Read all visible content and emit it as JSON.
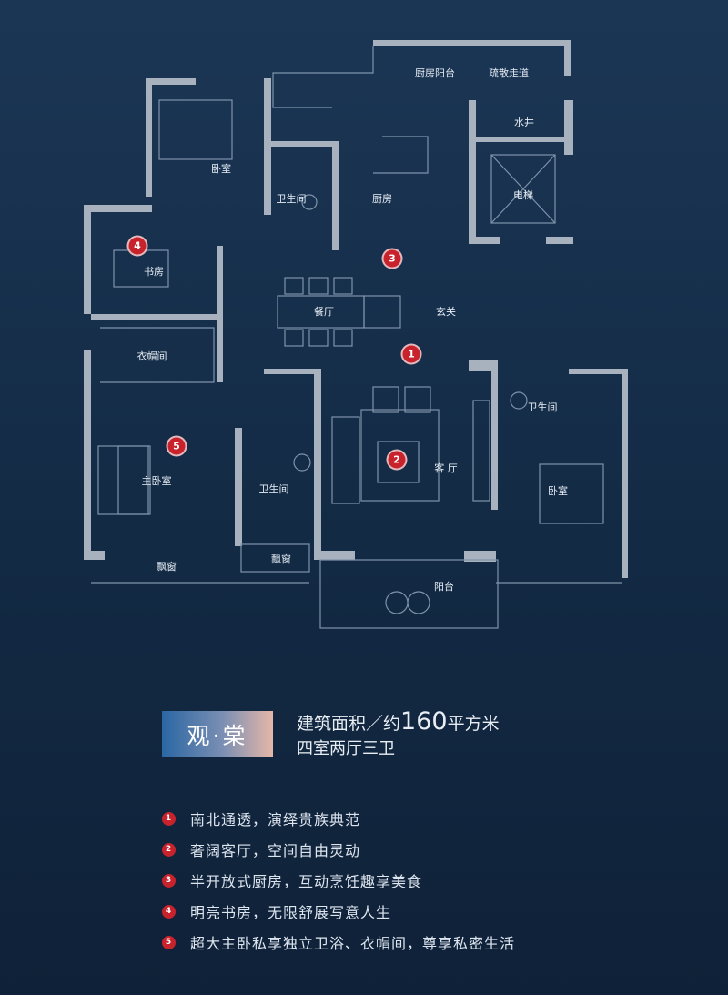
{
  "rooms": [
    {
      "id": "kitchen-balcony",
      "label": "厨房阳台"
    },
    {
      "id": "evac-corridor",
      "label": "疏散走道"
    },
    {
      "id": "water-shaft",
      "label": "水井"
    },
    {
      "id": "bedroom-north",
      "label": "卧室"
    },
    {
      "id": "bath-north",
      "label": "卫生间"
    },
    {
      "id": "kitchen",
      "label": "厨房"
    },
    {
      "id": "elevator",
      "label": "电梯"
    },
    {
      "id": "study",
      "label": "书房"
    },
    {
      "id": "dining",
      "label": "餐厅"
    },
    {
      "id": "foyer",
      "label": "玄关"
    },
    {
      "id": "closet",
      "label": "衣帽间"
    },
    {
      "id": "bath-east",
      "label": "卫生间"
    },
    {
      "id": "master-bedroom",
      "label": "主卧室"
    },
    {
      "id": "bath-master",
      "label": "卫生间"
    },
    {
      "id": "living",
      "label": "客 厅"
    },
    {
      "id": "bedroom-east",
      "label": "卧室"
    },
    {
      "id": "bay-window-1",
      "label": "飘窗"
    },
    {
      "id": "bay-window-2",
      "label": "飘窗"
    },
    {
      "id": "balcony",
      "label": "阳台"
    }
  ],
  "markers": [
    "1",
    "2",
    "3",
    "4",
    "5"
  ],
  "title": "观·棠",
  "area": {
    "prefix": "建筑面积／约",
    "value": "160",
    "unit": "平方米"
  },
  "layout": "四室两厅三卫",
  "features": [
    {
      "num": "1",
      "text": "南北通透，演绎贵族典范"
    },
    {
      "num": "2",
      "text": "奢阔客厅，空间自由灵动"
    },
    {
      "num": "3",
      "text": "半开放式厨房，互动烹饪趣享美食"
    },
    {
      "num": "4",
      "text": "明亮书房，无限舒展写意人生"
    },
    {
      "num": "5",
      "text": "超大主卧私享独立卫浴、衣帽间，尊享私密生活"
    }
  ],
  "colors": {
    "accent": "#c8232c",
    "wall": "#a8b2bf",
    "background": "#142c47"
  }
}
